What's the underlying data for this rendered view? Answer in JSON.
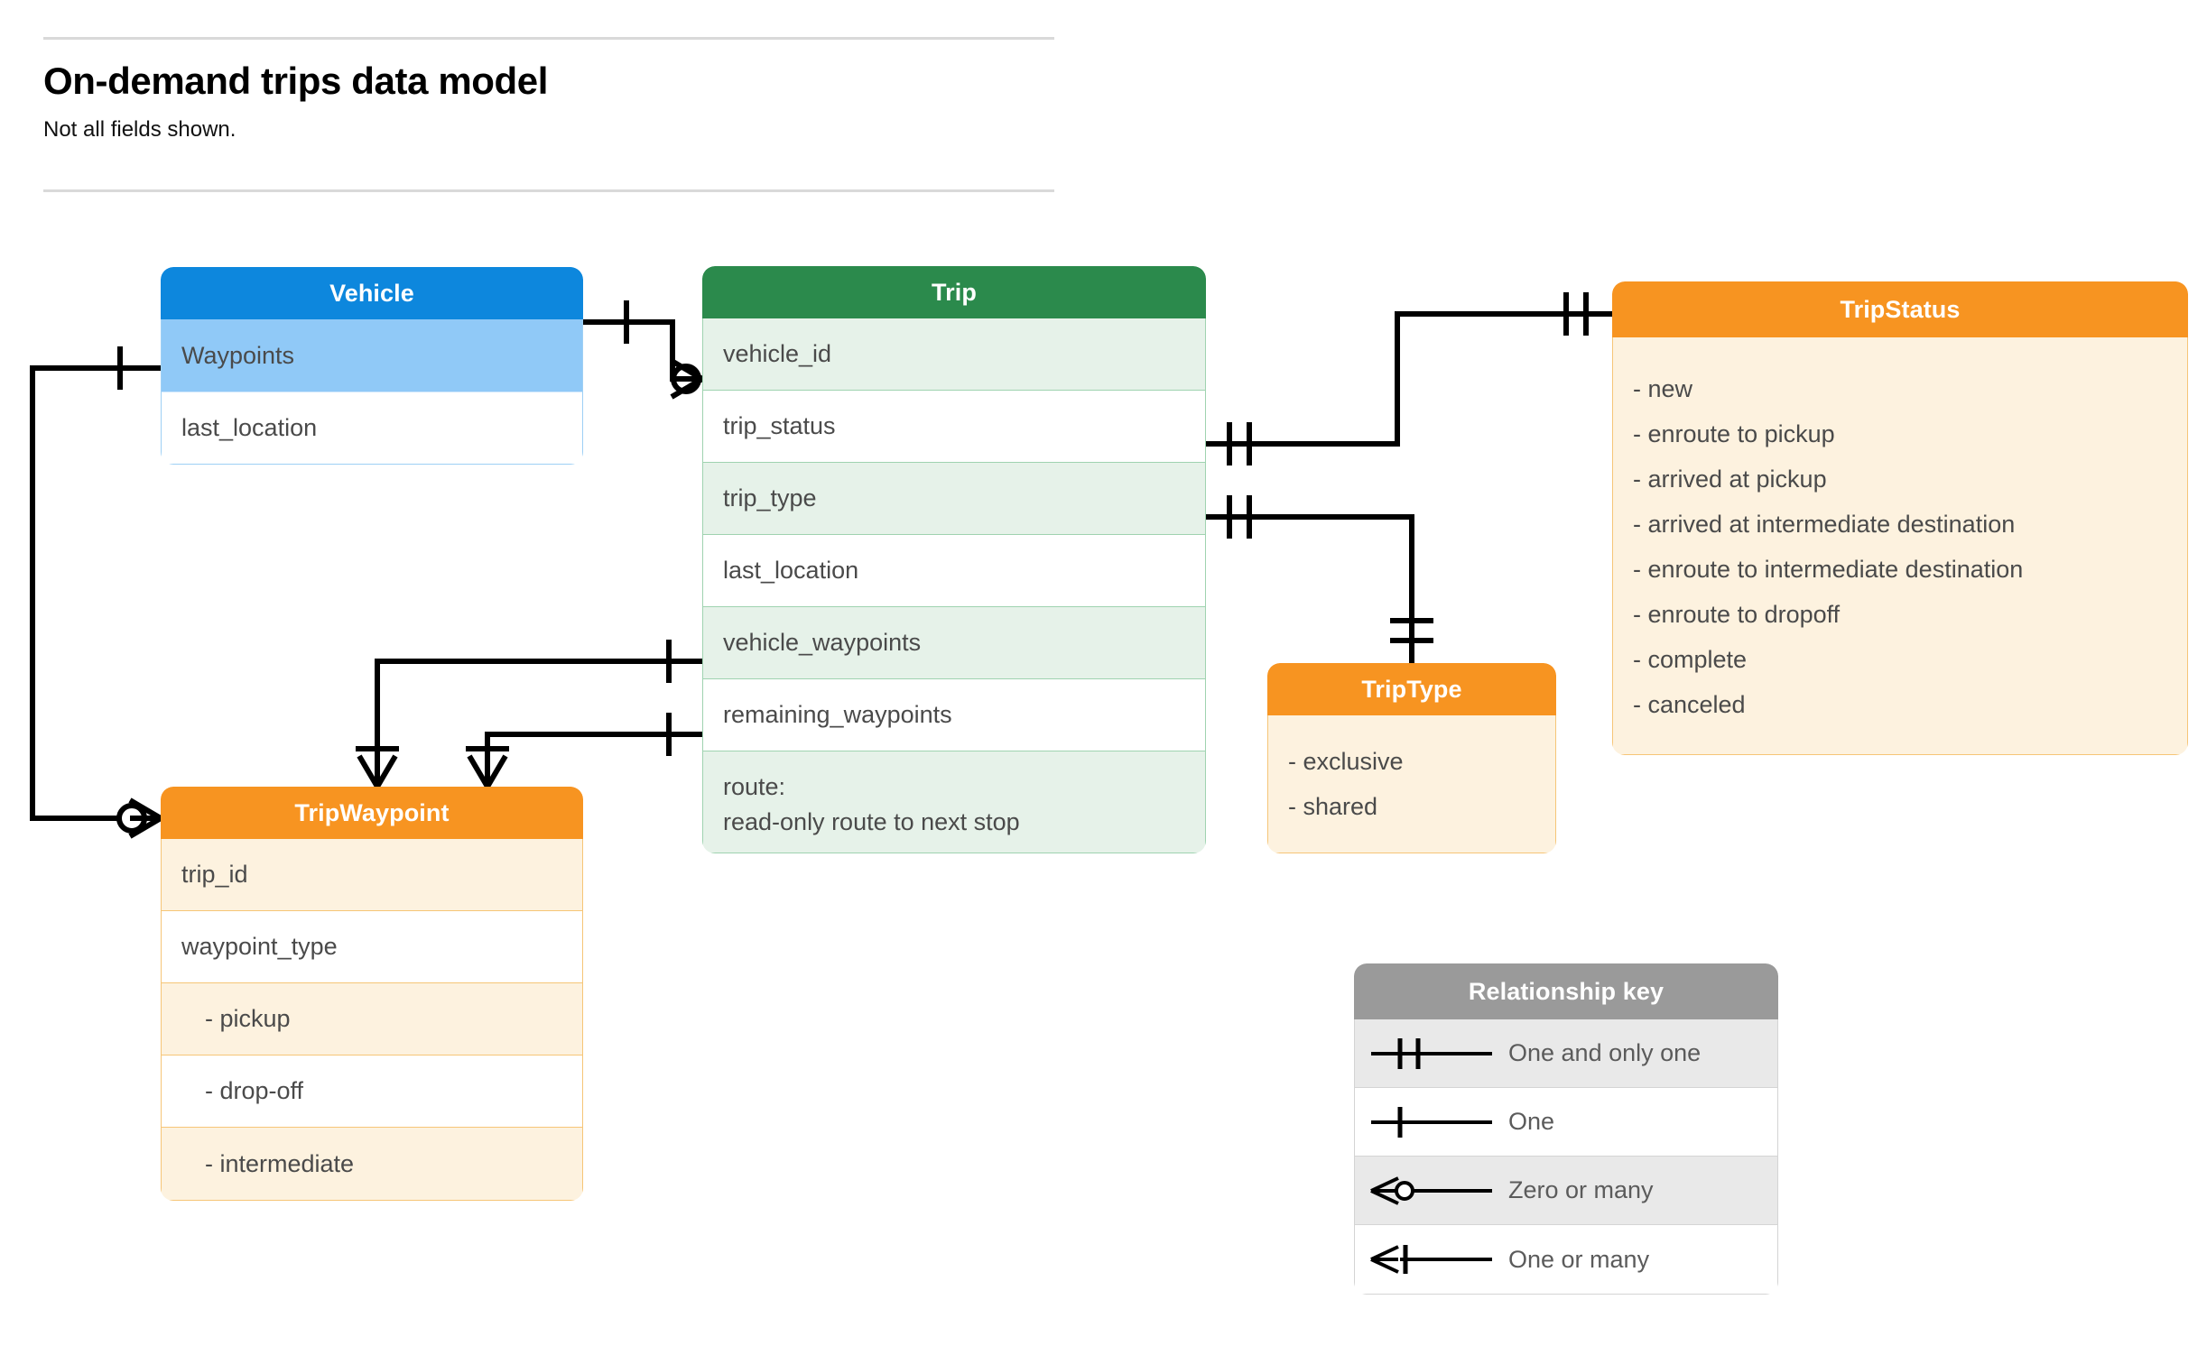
{
  "header": {
    "title": "On-demand trips data model",
    "subtitle": "Not all fields shown."
  },
  "entities": {
    "vehicle": {
      "name": "Vehicle",
      "header_color": "#0d87dd",
      "rows": [
        {
          "label": "Waypoints"
        },
        {
          "label": "last_location"
        }
      ]
    },
    "trip": {
      "name": "Trip",
      "header_color": "#2b8a4c",
      "rows": [
        {
          "label": "vehicle_id"
        },
        {
          "label": "trip_status"
        },
        {
          "label": "trip_type"
        },
        {
          "label": "last_location"
        },
        {
          "label": "vehicle_waypoints"
        },
        {
          "label": "remaining_waypoints"
        },
        {
          "label": "route:",
          "label2": "read-only route to next stop"
        }
      ]
    },
    "tripstatus": {
      "name": "TripStatus",
      "header_color": "#f79421",
      "values": [
        "- new",
        "- enroute to pickup",
        "- arrived at pickup",
        "- arrived at intermediate destination",
        "- enroute to intermediate destination",
        "- enroute to dropoff",
        "- complete",
        "- canceled"
      ]
    },
    "triptype": {
      "name": "TripType",
      "header_color": "#f79421",
      "values": [
        "- exclusive",
        "- shared"
      ]
    },
    "tripwaypoint": {
      "name": "TripWaypoint",
      "header_color": "#f79421",
      "rows": [
        {
          "label": "trip_id"
        },
        {
          "label": "waypoint_type"
        },
        {
          "label": "-  pickup"
        },
        {
          "label": "-  drop-off"
        },
        {
          "label": "-  intermediate"
        }
      ]
    }
  },
  "relationship_key": {
    "title": "Relationship key",
    "items": [
      {
        "glyph": "one-and-only-one-icon",
        "label": "One and only one"
      },
      {
        "glyph": "one-icon",
        "label": "One"
      },
      {
        "glyph": "zero-or-many-icon",
        "label": "Zero or many"
      },
      {
        "glyph": "one-or-many-icon",
        "label": "One or many"
      }
    ]
  },
  "connections": [
    {
      "from": "vehicle",
      "from_marker": "one",
      "to": "trip.vehicle_id",
      "to_marker": "zero-or-many"
    },
    {
      "from": "vehicle.Waypoints",
      "from_marker": "one",
      "to": "tripwaypoint",
      "to_marker": "zero-or-many"
    },
    {
      "from": "trip.trip_status",
      "from_marker": "one-and-only-one",
      "to": "tripstatus",
      "to_marker": "one-and-only-one"
    },
    {
      "from": "trip.trip_type",
      "from_marker": "one-and-only-one",
      "to": "triptype",
      "to_marker": "one-and-only-one"
    },
    {
      "from": "trip.vehicle_waypoints",
      "from_marker": "one",
      "to": "tripwaypoint",
      "to_marker": "one-or-many"
    },
    {
      "from": "trip.remaining_waypoints",
      "from_marker": "one",
      "to": "tripwaypoint",
      "to_marker": "one-or-many"
    }
  ]
}
